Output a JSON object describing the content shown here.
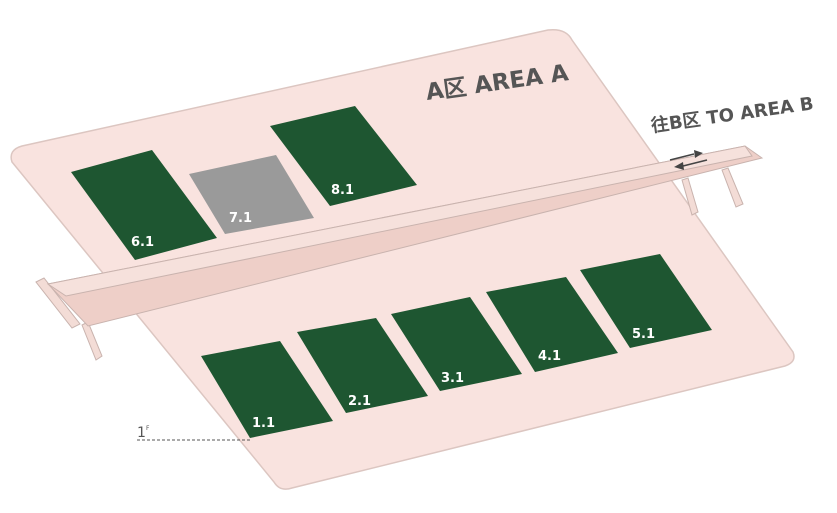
{
  "area_title": "A区 AREA A",
  "direction_label": "往B区 TO AREA B",
  "floor": {
    "number": "1",
    "superscript": "F"
  },
  "colors": {
    "ground": "#f9e3df",
    "ground_stroke": "#dcc6c1",
    "hall_active": "#1e5631",
    "hall_inactive": "#9a9a9a",
    "walkway": "#f6e1dc",
    "text_gray": "#555555"
  },
  "halls": {
    "h6": {
      "label": "6.1",
      "status": "active"
    },
    "h7": {
      "label": "7.1",
      "status": "inactive"
    },
    "h8": {
      "label": "8.1",
      "status": "active"
    },
    "h1": {
      "label": "1.1",
      "status": "active"
    },
    "h2": {
      "label": "2.1",
      "status": "active"
    },
    "h3": {
      "label": "3.1",
      "status": "active"
    },
    "h4": {
      "label": "4.1",
      "status": "active"
    },
    "h5": {
      "label": "5.1",
      "status": "active"
    }
  },
  "icons": {
    "arrow": "double-arrow-icon"
  }
}
